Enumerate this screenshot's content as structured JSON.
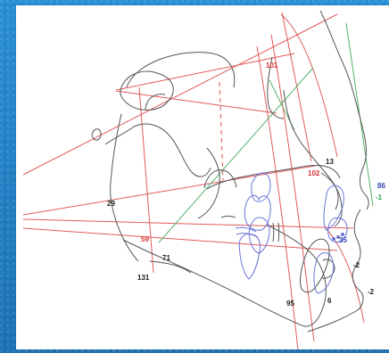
{
  "labels": {
    "a101": "101",
    "a102": "102",
    "a59": "59",
    "a13": "13",
    "a86": "86",
    "a_1": "-1",
    "a29": "29",
    "a71": "71",
    "a131": "131",
    "a35": "35",
    "a_2a": "-2",
    "a_2b": "-2",
    "a95": "95",
    "a6": "6"
  },
  "colors": {
    "red": "#d83131",
    "black": "#222222",
    "blue": "#2f46b5",
    "green": "#2f9d45",
    "trace": "#555555",
    "background": "#1f7fc3",
    "paper": "#ffffff"
  }
}
